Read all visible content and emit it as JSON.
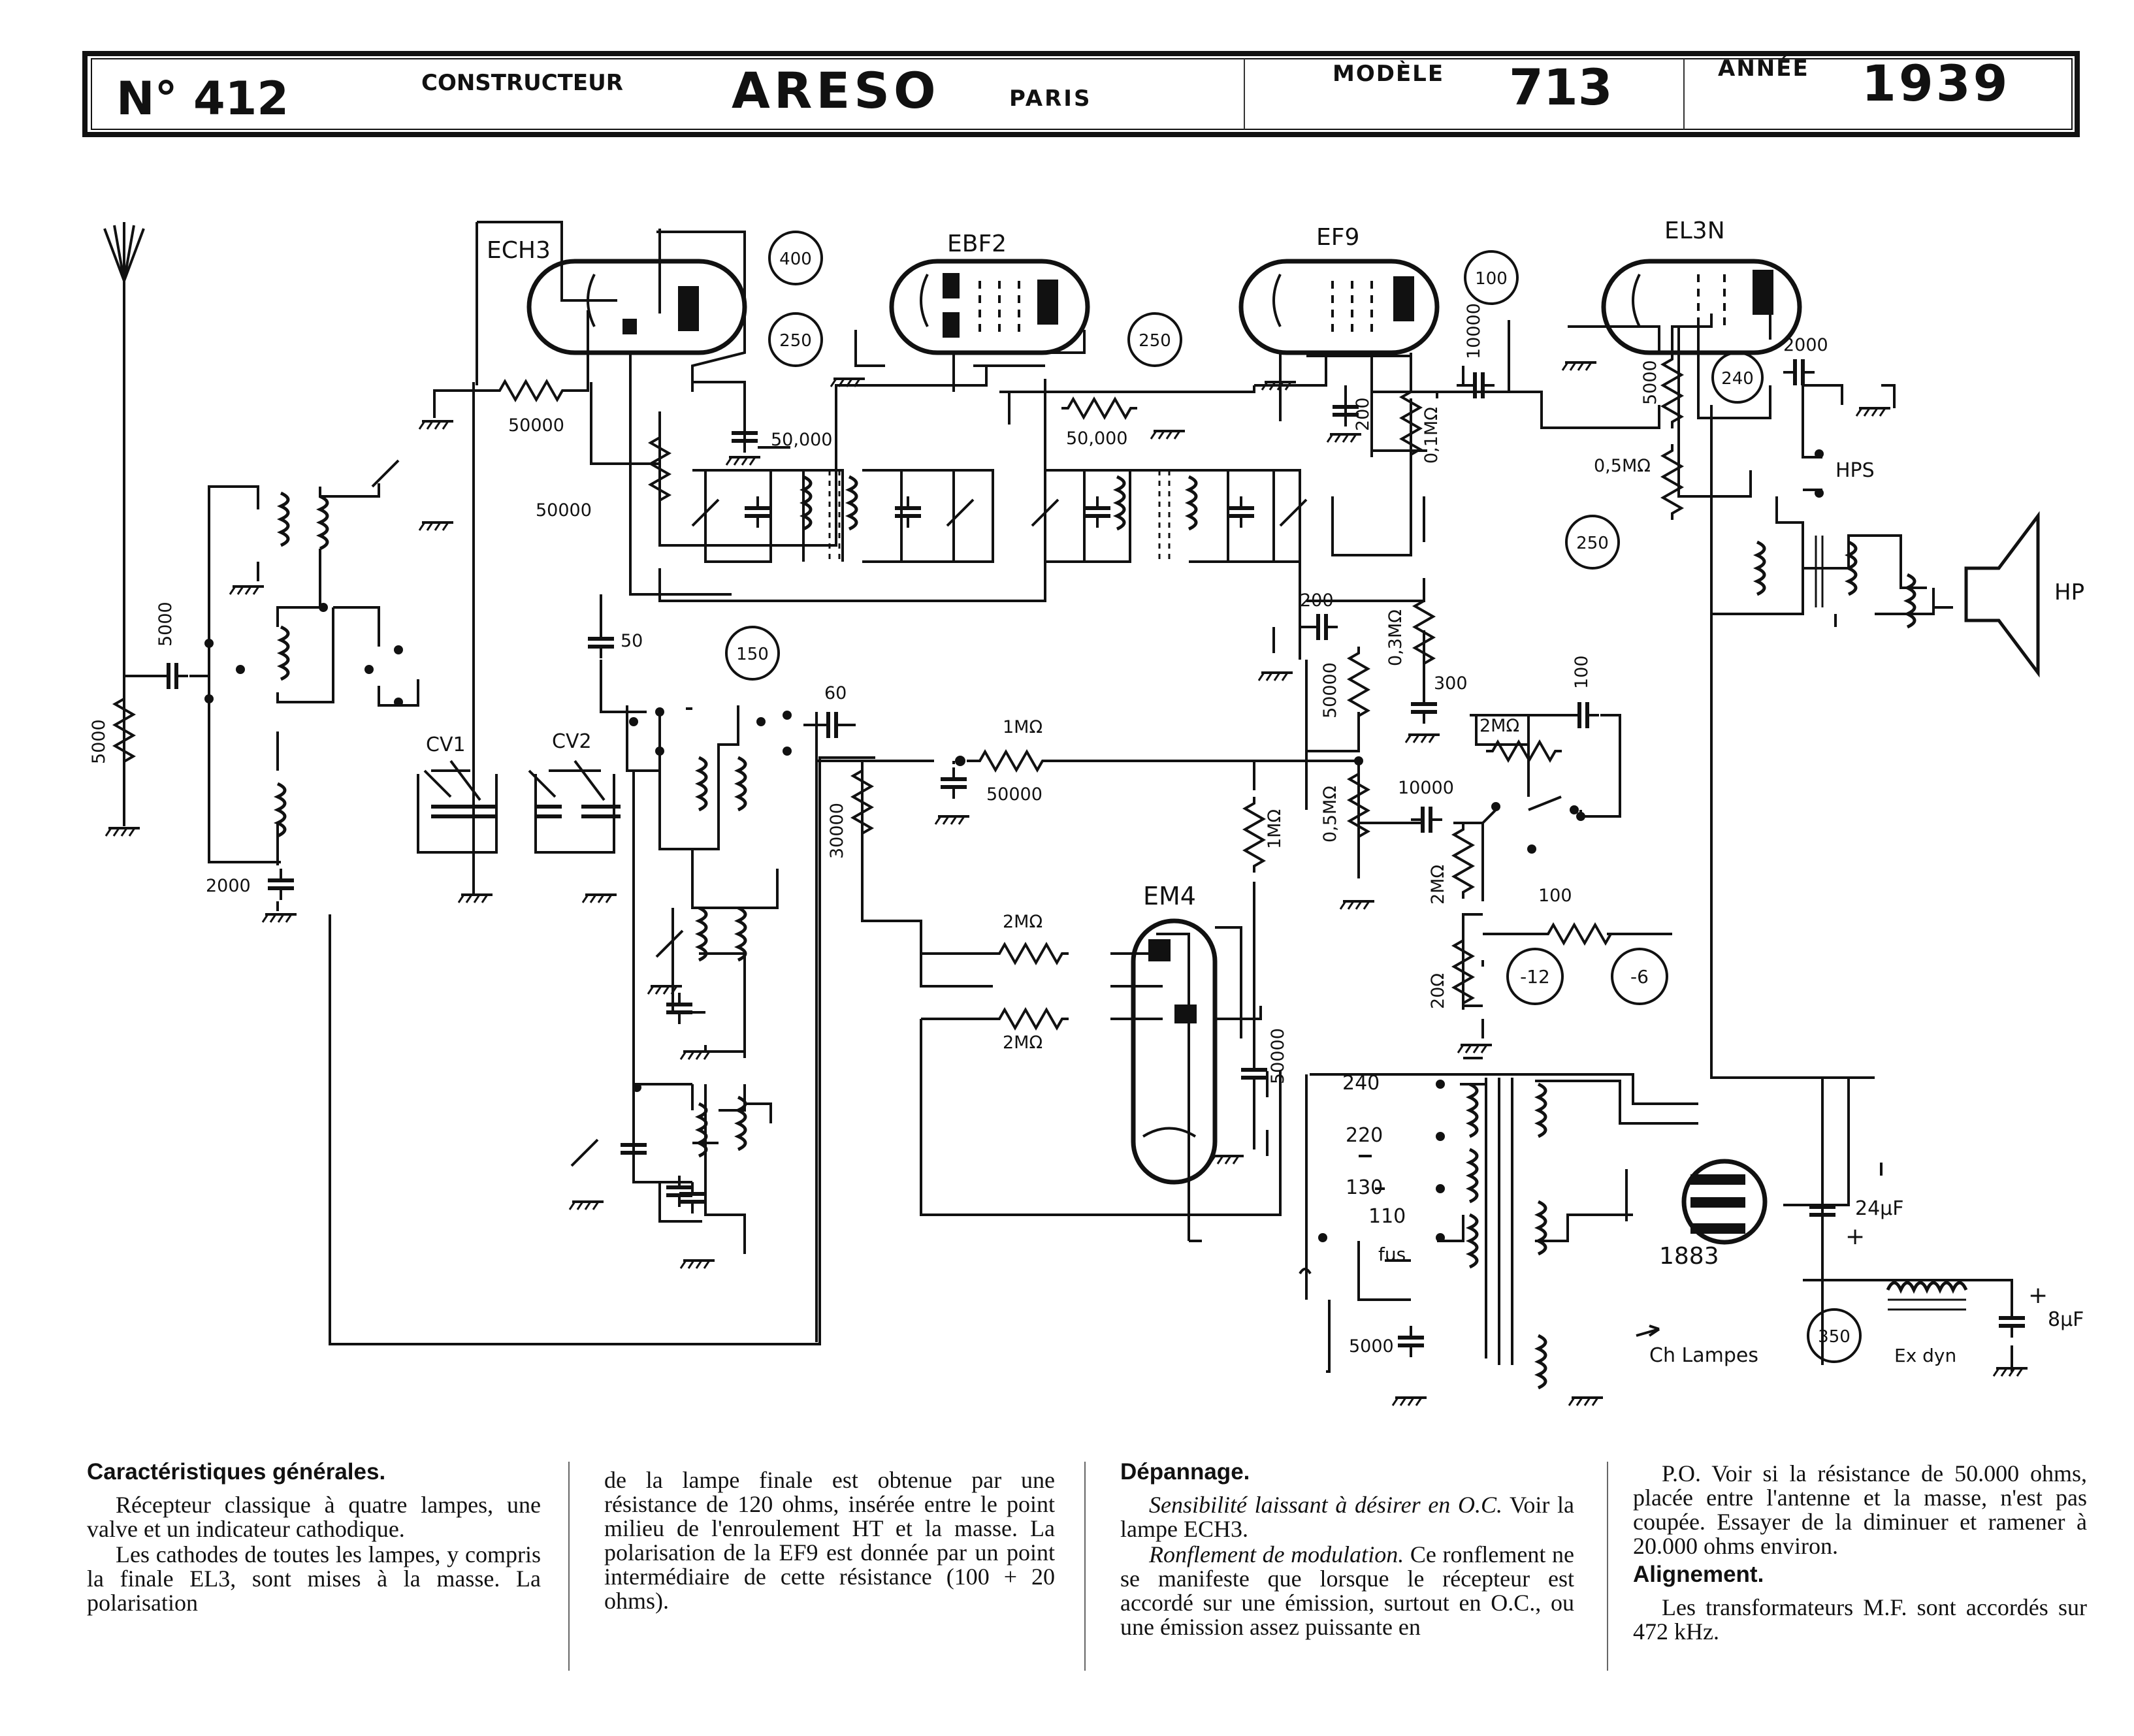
{
  "header": {
    "number_label": "N° 412",
    "constructor_label": "CONSTRUCTEUR",
    "brand": "ARESO",
    "city": "PARIS",
    "model_label": "MODÈLE",
    "model": "713",
    "year_label": "ANNÉE",
    "year": "1939"
  },
  "tubes": {
    "ech3": "ECH3",
    "ebf2": "EBF2",
    "ef9": "EF9",
    "el3n": "EL3N",
    "em4": "EM4",
    "rect": "1883"
  },
  "voltages": {
    "v400": "400",
    "v250a": "250",
    "v250b": "250",
    "v100": "100",
    "v240": "240",
    "v250c": "250",
    "v150": "150",
    "v12": "-12",
    "v6": "-6",
    "v350": "350"
  },
  "components": {
    "r50000_a": "50000",
    "r50000_b": "50000",
    "c50000_top": "50,000",
    "r50000_c": "50,000",
    "r5000_ant": "5000",
    "c5000_ant": "5000",
    "c2000_a": "2000",
    "cv1": "CV1",
    "cv2": "CV2",
    "c50": "50",
    "c60": "60",
    "r1m": "1MΩ",
    "c50000_d": "50000",
    "r30000": "30000",
    "r1m_b": "1MΩ",
    "r2m_a": "2MΩ",
    "r2m_b": "2MΩ",
    "c50000_em4": "50000",
    "c200_a": "200",
    "r01m": "0,1MΩ",
    "c10000_a": "10000",
    "c200_b": "200",
    "r03m": "0,3MΩ",
    "c300": "300",
    "r50000_e": "50000",
    "r05m_pot": "0,5MΩ",
    "c10000_b": "10000",
    "r2m_c": "2MΩ",
    "c100": "100",
    "r2m_d": "2MΩ",
    "r100": "100",
    "r20": "20Ω",
    "r5000_el3": "5000",
    "r05m_el3": "0,5MΩ",
    "c2000_el3": "2000",
    "hps": "HPS",
    "hp": "HP",
    "t240": "240",
    "t220": "220",
    "t130": "130",
    "t110": "110",
    "fus": "fus",
    "c5000_mains": "5000",
    "ch_lampes": "Ch Lampes",
    "c24uf": "24µF",
    "c8uf": "8µF",
    "ex_dyn": "Ex dyn",
    "plus_a": "+",
    "plus_b": "+"
  },
  "text": {
    "general_title": "Caractéristiques générales.",
    "general_p1": "Récepteur classique à quatre lampes, une valve et un indicateur cathodique.",
    "general_p2": "Les cathodes de toutes les lampes, y compris la finale EL3, sont mises à la masse. La polarisation",
    "col2": "de la lampe finale est obtenue par une résistance de 120 ohms, insérée entre le point milieu de l'enroulement HT et la masse. La polarisation de la EF9 est donnée par un point intermédiaire de cette résistance (100 + 20 ohms).",
    "depannage_title": "Dépannage.",
    "dep_1a": "Sensibilité laissant à désirer en O.C.",
    "dep_1b": " Voir la lampe ECH3.",
    "dep_2a": "Ronflement de modulation.",
    "dep_2b": " Ce ronflement ne se manifeste que lorsque le récepteur est accordé sur une émission, surtout en O.C., ou une émission assez puissante en",
    "col4": "P.O. Voir si la résistance de 50.000 ohms, placée entre l'antenne et la masse, n'est pas coupée. Essayer de la diminuer et ramener à 20.000 ohms environ.",
    "alignement_title": "Alignement.",
    "alignement_text": "Les transformateurs M.F. sont accordés sur 472 kHz."
  }
}
